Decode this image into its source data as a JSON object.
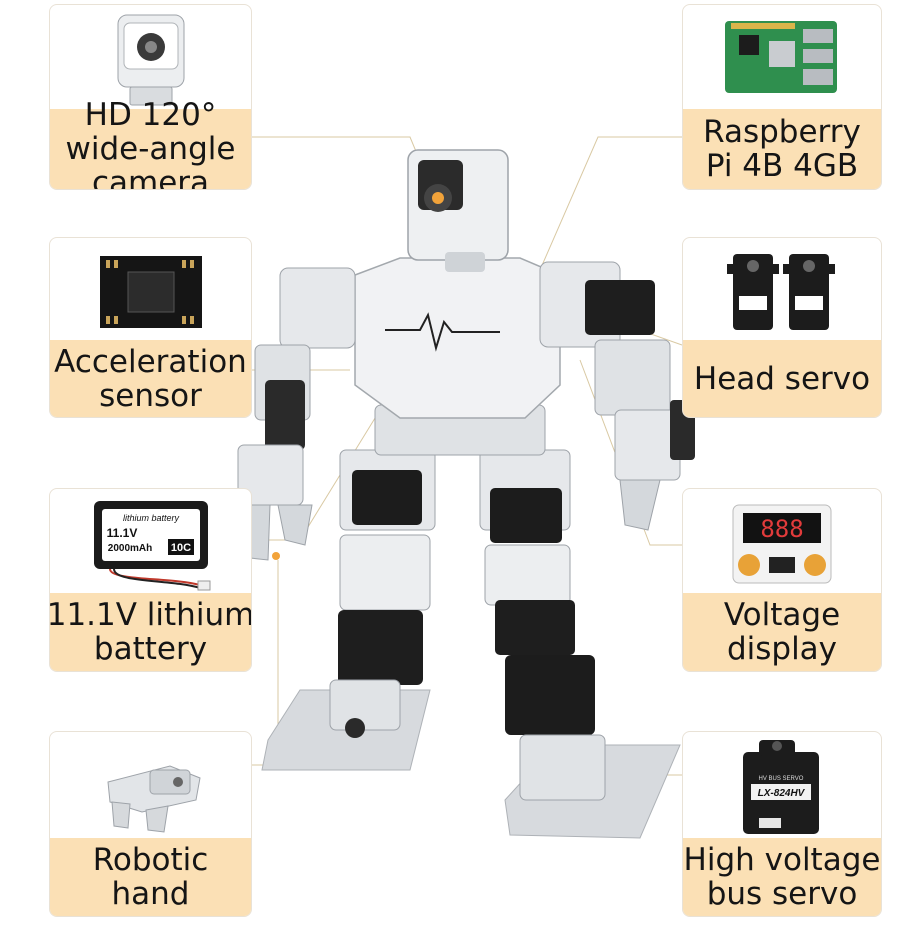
{
  "left_cards": [
    {
      "name": "camera",
      "icon": "camera-module-icon",
      "lines": [
        "HD 120°",
        "wide-angle",
        "camera"
      ]
    },
    {
      "name": "acceleration-sensor",
      "icon": "sensor-chip-icon",
      "lines": [
        "Acceleration",
        "sensor"
      ]
    },
    {
      "name": "lithium-battery",
      "icon": "battery-pack-icon",
      "lines": [
        "11.1V lithium",
        "battery"
      ]
    },
    {
      "name": "robotic-hand",
      "icon": "robotic-hand-icon",
      "lines": [
        "Robotic",
        "hand"
      ]
    }
  ],
  "right_cards": [
    {
      "name": "raspberry-pi",
      "icon": "circuit-board-icon",
      "lines": [
        "Raspberry",
        "Pi 4B 4GB"
      ]
    },
    {
      "name": "head-servo",
      "icon": "servo-motor-icon",
      "lines": [
        "Head servo"
      ]
    },
    {
      "name": "voltage-display",
      "icon": "led-display-icon",
      "lines": [
        "Voltage",
        "display"
      ]
    },
    {
      "name": "bus-servo",
      "icon": "bus-servo-icon",
      "lines": [
        "High voltage",
        "bus servo"
      ]
    }
  ],
  "product_text": {
    "battery_brand": "lithium battery",
    "battery_voltage": "11.1V",
    "battery_capacity": "2000mAh",
    "battery_rate": "10C",
    "servo_model": "LX-824HV",
    "servo_header": "HV BUS SERVO",
    "display_digits": "888"
  },
  "colors": {
    "label_bg": "#fbe0b5",
    "card_border": "#e9e2d6",
    "connector": "#d9c9a3",
    "dot": "#f2a33a",
    "servo_black": "#1c1c1c",
    "aluminium": "#e3e5e8"
  }
}
